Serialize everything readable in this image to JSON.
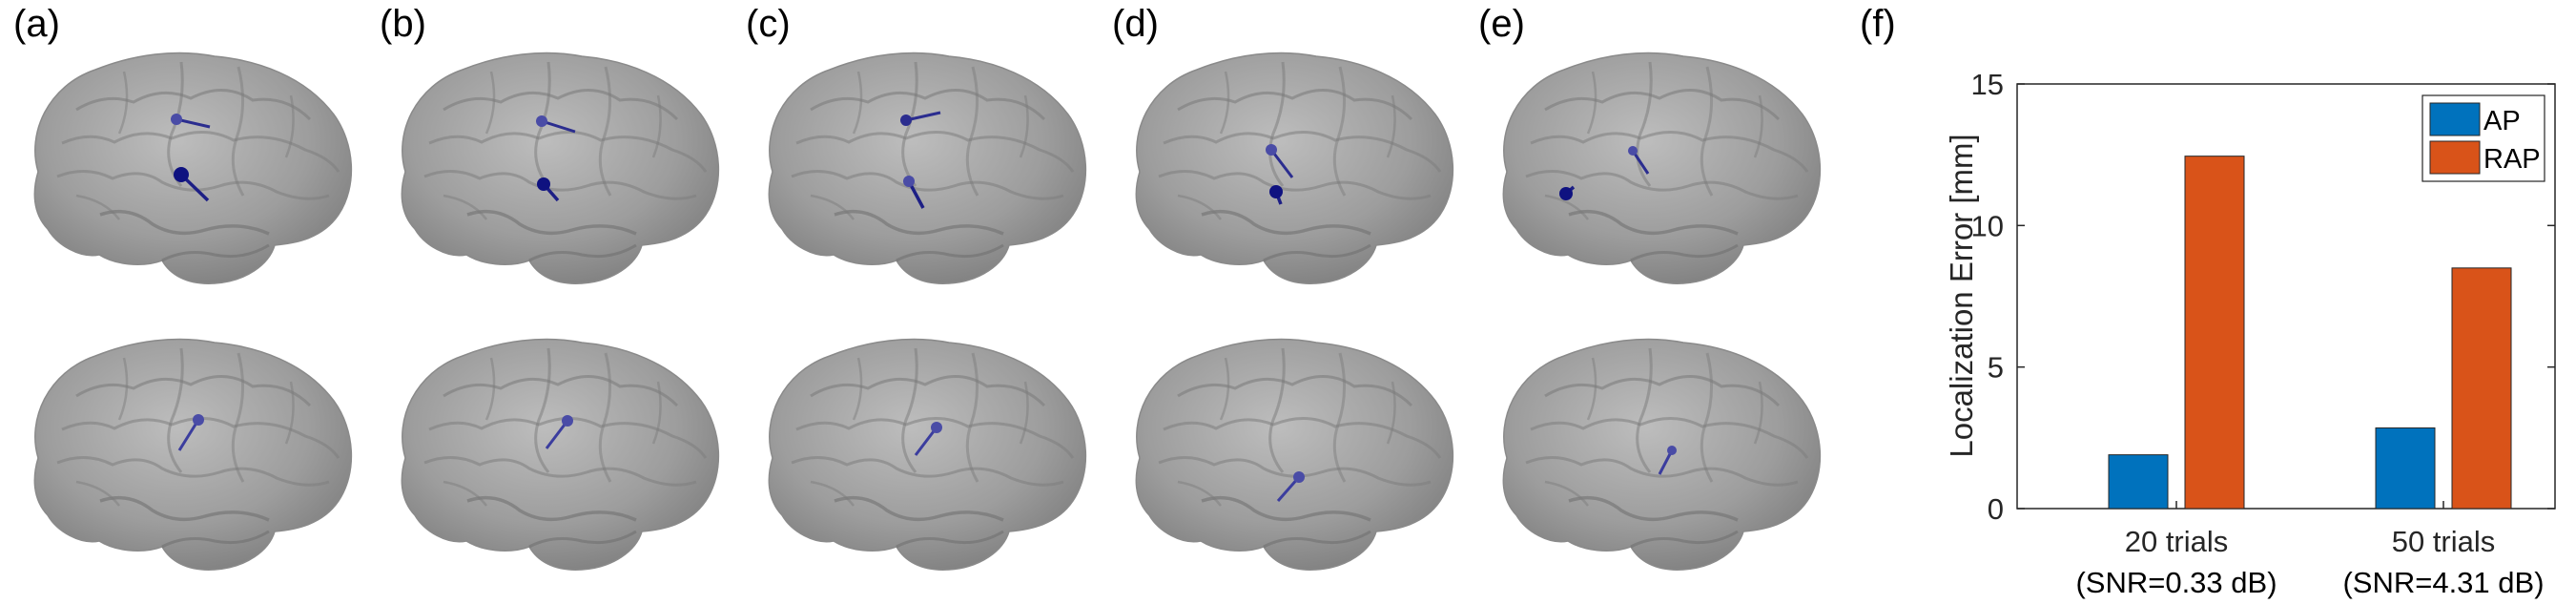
{
  "panels": [
    {
      "label": "(a)",
      "top_sources": 2,
      "bottom_sources": 1
    },
    {
      "label": "(b)",
      "top_sources": 2,
      "bottom_sources": 1
    },
    {
      "label": "(c)",
      "top_sources": 2,
      "bottom_sources": 1
    },
    {
      "label": "(d)",
      "top_sources": 2,
      "bottom_sources": 1
    },
    {
      "label": "(e)",
      "top_sources": 2,
      "bottom_sources": 1
    }
  ],
  "chart_panel_label": "(f)",
  "colors": {
    "brain": "#9b9b9b",
    "brain_shadow": "#7c7c7c",
    "brain_highlight": "#b8b8b8",
    "source_dark": "#0f1280",
    "source_light": "#4a4ca6",
    "bar_ap": "#0072bd",
    "bar_rap": "#d95319",
    "axis": "#262626"
  },
  "icons": {
    "brain": "brain-surface-render",
    "source": "dipole-pin-marker"
  },
  "chart_data": {
    "type": "bar",
    "title": "",
    "xlabel": "",
    "ylabel": "Localization Error [mm]",
    "categories": [
      "20 trials",
      "50 trials"
    ],
    "category_sublabels": [
      "(SNR=0.33 dB)",
      "(SNR=4.31 dB)"
    ],
    "series": [
      {
        "name": "AP",
        "values": [
          1.9,
          2.85
        ]
      },
      {
        "name": "RAP",
        "values": [
          12.45,
          8.5
        ]
      }
    ],
    "ylim": [
      0,
      15
    ],
    "yticks": [
      0,
      5,
      10,
      15
    ],
    "grid": false,
    "legend_position": "top-right"
  }
}
